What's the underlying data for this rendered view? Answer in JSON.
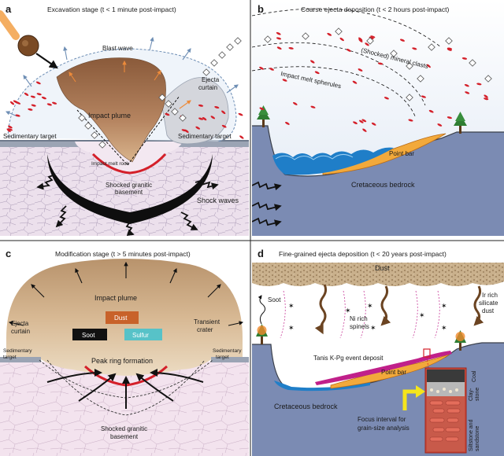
{
  "panels": {
    "a": {
      "letter": "a",
      "title": "Excavation stage (t < 1 minute post-impact)",
      "labels": {
        "blast_wave": "Blast wave",
        "ejecta_curtain_1": "Ejecta",
        "ejecta_curtain_2": "curtain",
        "impact_plume": "Impact plume",
        "sed_target_left": "Sedimentary target",
        "sed_target_right": "Sedimentary target",
        "impact_melt_rock": "Impact melt rock",
        "shocked_granitic_1": "Shocked granitic",
        "shocked_granitic_2": "basement",
        "shock_waves": "Shock waves"
      }
    },
    "b": {
      "letter": "b",
      "title": "Coarse ejecta deposition (t < 2 hours post-impact)",
      "labels": {
        "mineral_clasts": "(Shocked) mineral clasts",
        "melt_spherules": "Impact melt spherules",
        "point_bar": "Point bar",
        "cretaceous_bedrock": "Cretaceous bedrock"
      }
    },
    "c": {
      "letter": "c",
      "title": "Modification stage (t > 5 minutes post-impact)",
      "labels": {
        "impact_plume": "Impact plume",
        "dust": "Dust",
        "soot": "Soot",
        "sulfur": "Sulfur",
        "ejecta_curtain_1": "Ejecta",
        "ejecta_curtain_2": "curtain",
        "transient_crater_1": "Transient",
        "transient_crater_2": "crater",
        "peak_ring": "Peak ring formation",
        "sed_target_left_1": "Sedimentary",
        "sed_target_left_2": "target",
        "sed_target_right_1": "Sedimentary",
        "sed_target_right_2": "target",
        "shocked_granitic_1": "Shocked granitic",
        "shocked_granitic_2": "basement"
      }
    },
    "d": {
      "letter": "d",
      "title": "Fine-grained ejecta deposition (t < 20 years post-impact)",
      "labels": {
        "dust": "Dust",
        "soot": "Soot",
        "ni_spinels_1": "Ni rich",
        "ni_spinels_2": "spinels",
        "ir_dust_1": "Ir rich",
        "ir_dust_2": "silicate",
        "ir_dust_3": "dust",
        "tanis_deposit": "Tanis K-Pg event deposit",
        "point_bar": "Point bar",
        "cretaceous_bedrock": "Cretaceous bedrock",
        "focus_1": "Focus interval for",
        "focus_2": "grain-size analysis",
        "coal": "Coal",
        "claystone_1": "Clay-",
        "claystone_2": "stone",
        "siltstone": "Siltstone and",
        "sandstone": "sandstone"
      }
    }
  },
  "colors": {
    "plume_brown": "#a07050",
    "basement_pink": "#f2e4ee",
    "bedrock_blue": "#8090b8",
    "sky_blue": "#e6eef8",
    "water_blue": "#1f7ec8",
    "point_bar_orange": "#f2a93b",
    "deposit_magenta": "#c0208a",
    "melt_red": "#d4202a",
    "sulfur_teal": "#57c2c8",
    "dust_orange": "#c8622a",
    "focus_yellow": "#f4e51c"
  }
}
